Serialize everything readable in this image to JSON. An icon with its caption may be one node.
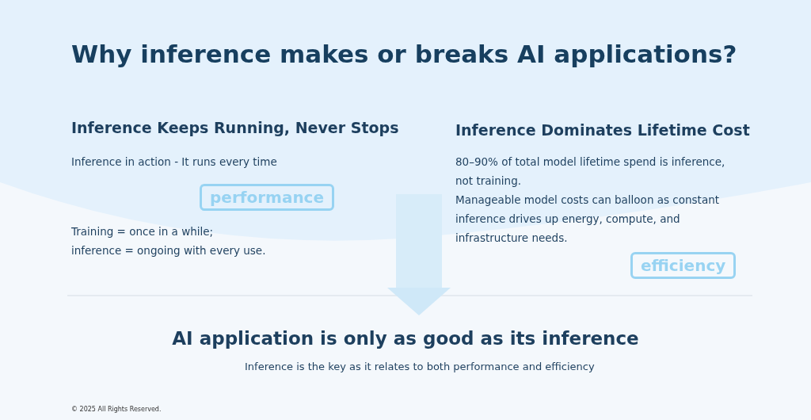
{
  "diagram": {
    "title": "Why inference makes or breaks AI applications?",
    "nodes": [
      {
        "text": [
          "performance"
        ]
      },
      {
        "text": [
          "efficiency"
        ]
      }
    ],
    "labels": [
      "Inference Keeps Running, Never Stops",
      "Inference in action - It runs every time",
      "Training = once in a while;",
      "inference = ongoing with every use.",
      "Inference Dominates Lifetime Cost",
      "80–90% of total model lifetime spend is inference, not training.",
      "Manageable model costs can balloon as constant inference drives up energy, compute, and infrastructure needs.",
      "AI application is only as good as its inference",
      "Inference is the key as it relates to both performance and efficiency",
      "© 2025 All Rights Reserved."
    ]
  }
}
